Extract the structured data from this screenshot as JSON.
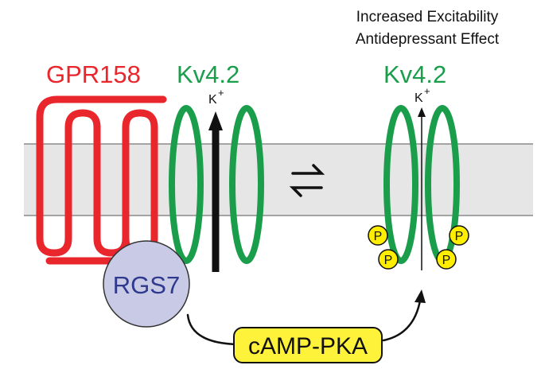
{
  "header": {
    "line1": "Increased Excitability",
    "line2": "Antidepressant Effect"
  },
  "labels": {
    "gpr158": "GPR158",
    "kv42_left": "Kv4.2",
    "kv42_right": "Kv4.2",
    "k_ion": "K",
    "k_sup": "+",
    "rgs7": "RGS7",
    "camp_pka": "cAMP-PKA",
    "phospho": "P"
  },
  "colors": {
    "gpr158": "#e8262c",
    "kv42": "#1b9e4b",
    "rgs7_fill": "#c9cbe6",
    "rgs7_text": "#2f3a8f",
    "membrane": "#e6e6e6",
    "phospho_fill": "#ffee00",
    "camp_fill": "#fff23a",
    "ink": "#111111"
  },
  "icons": {
    "equilibrium": "equilibrium-harpoons-icon",
    "inhibition": "inhibition-arrow-icon",
    "activation": "activation-arrow-icon"
  }
}
